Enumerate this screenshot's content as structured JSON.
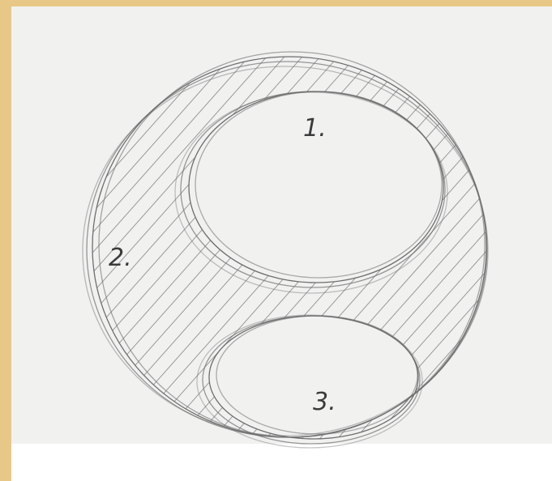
{
  "diagram": {
    "labels": {
      "region_1": "1.",
      "region_2": "2.",
      "region_3": "3."
    },
    "colors": {
      "frame": "#e7c886",
      "paper": "#f1f1f0",
      "pencil": "#6e6e6e",
      "hatch": "#8a8a8a"
    }
  }
}
